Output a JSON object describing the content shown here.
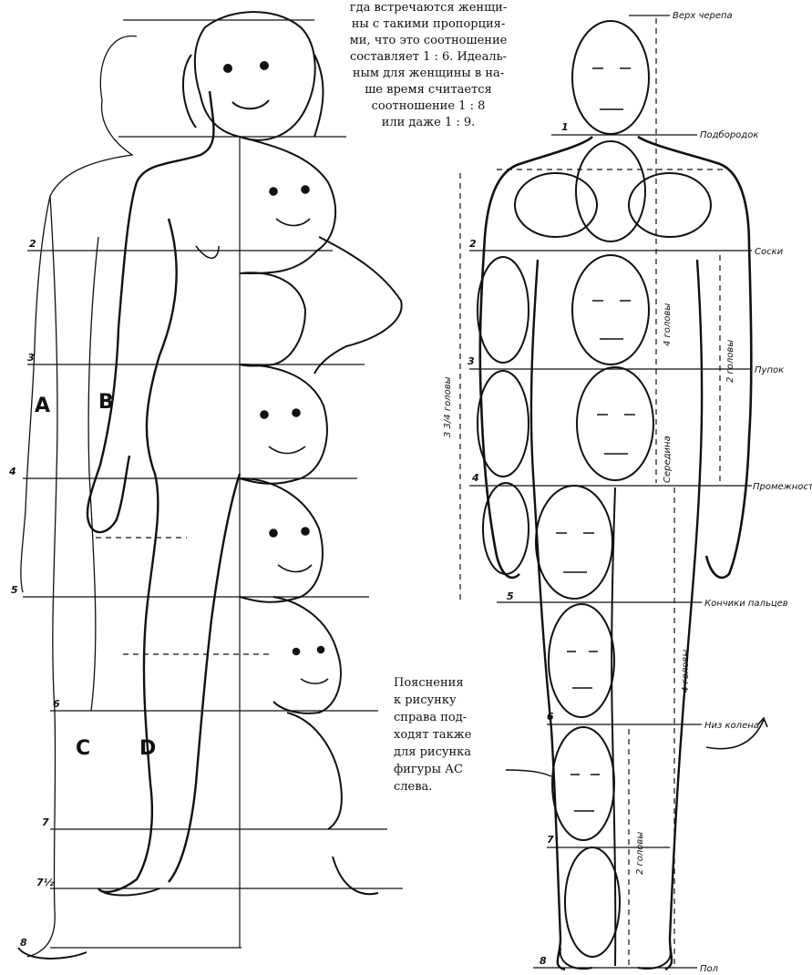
{
  "intro_text": {
    "lines": [
      "гда встречаются женщи-",
      "ны с такими пропорция-",
      "ми, что это соотношение",
      "составляет 1 : 6. Идеаль-",
      "ным для женщины в на-",
      "ше время считается",
      "соотношение 1 : 8",
      "или даже 1 : 9."
    ]
  },
  "note_text": {
    "lines": [
      "Пояснения",
      "к рисунку",
      "справа под-",
      "ходят также",
      "для рисунка",
      "фигуры АС",
      "слева."
    ]
  },
  "female_figure": {
    "letters": [
      "A",
      "B",
      "C",
      "D"
    ],
    "markers": [
      "2",
      "3",
      "4",
      "5",
      "6",
      "7",
      "7½",
      "8"
    ]
  },
  "male_figure": {
    "markers": [
      "1",
      "2",
      "3",
      "4",
      "5",
      "6",
      "7",
      "8"
    ],
    "labels": {
      "top_of_skull": "Верх черепа",
      "chin": "Подбородок",
      "nipples": "Соски",
      "navel": "Пупок",
      "crotch": "Промежность",
      "fingertips": "Кончики пальцев",
      "below_knee": "Низ колена",
      "floor": "Пол"
    },
    "vertical_labels": {
      "left_span": "3 3/4 головы",
      "four_heads_upper": "4 головы",
      "two_heads_arm": "2 головы",
      "middle": "Середина",
      "four_heads_lower": "4 головы",
      "two_heads_lower": "2 головы"
    }
  }
}
